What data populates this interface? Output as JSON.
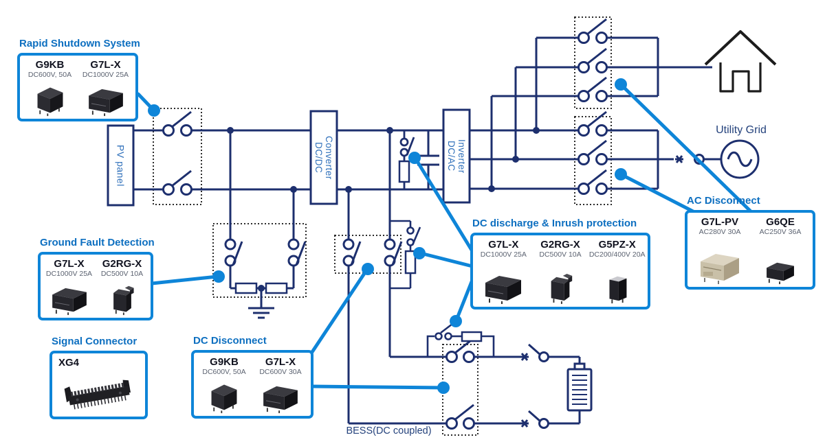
{
  "palette": {
    "wire_navy": "#1d2f6e",
    "accent_blue": "#0e85d8",
    "title_blue": "#0d6fc0",
    "block_label_blue": "#2e6fba",
    "house_black": "#1c1c1c"
  },
  "labels": {
    "pv_panel": "PV panel",
    "dcdc": {
      "l1": "DC/DC",
      "l2": "Converter"
    },
    "dcac": {
      "l1": "DC/AC",
      "l2": "Inverter"
    },
    "utility_grid": "Utility Grid",
    "bess": "BESS(DC coupled)"
  },
  "boxes": {
    "rapid_shutdown": {
      "title": "Rapid Shutdown System",
      "products": [
        {
          "name": "G9KB",
          "spec": "DC600V, 50A",
          "icon": "relay-cube-icon"
        },
        {
          "name": "G7L-X",
          "spec": "DC1000V 25A",
          "icon": "relay-flat-icon"
        }
      ]
    },
    "ground_fault": {
      "title": "Ground Fault Detection",
      "products": [
        {
          "name": "G7L-X",
          "spec": "DC1000V 25A",
          "icon": "relay-flat-icon"
        },
        {
          "name": "G2RG-X",
          "spec": "DC500V 10A",
          "icon": "relay-upright-icon"
        }
      ]
    },
    "signal_connector": {
      "title": "Signal Connector",
      "products": [
        {
          "name": "XG4",
          "spec": "",
          "icon": "connector-icon"
        }
      ]
    },
    "dc_disconnect": {
      "title": "DC Disconnect",
      "products": [
        {
          "name": "G9KB",
          "spec": "DC600V, 50A",
          "icon": "relay-cube-icon"
        },
        {
          "name": "G7L-X",
          "spec": "DC600V 30A",
          "icon": "relay-flat-icon"
        }
      ]
    },
    "dc_discharge": {
      "title": "DC discharge & Inrush protection",
      "products": [
        {
          "name": "G7L-X",
          "spec": "DC1000V 25A",
          "icon": "relay-flat-icon"
        },
        {
          "name": "G2RG-X",
          "spec": "DC500V 10A",
          "icon": "relay-upright-icon"
        },
        {
          "name": "G5PZ-X",
          "spec": "DC200/400V 20A",
          "icon": "relay-tall-icon"
        }
      ]
    },
    "ac_disconnect": {
      "title": "AC Disconnect",
      "products": [
        {
          "name": "G7L-PV",
          "spec": "AC280V 30A",
          "icon": "relay-beige-icon"
        },
        {
          "name": "G6QE",
          "spec": "AC250V 36A",
          "icon": "relay-small-icon"
        }
      ]
    }
  }
}
